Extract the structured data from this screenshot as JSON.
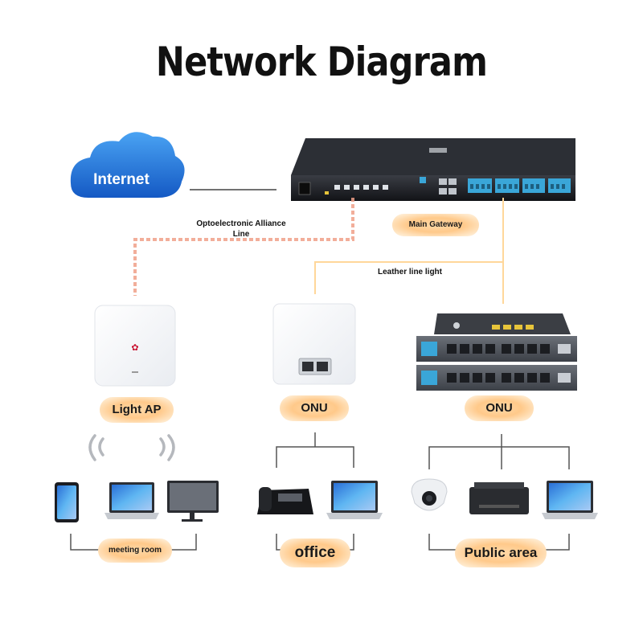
{
  "title": "Network Diagram",
  "cloud_label": "Internet",
  "labels": {
    "optoelectronic_line_1": "Optoelectronic Alliance",
    "optoelectronic_line_2": "Line",
    "main_gateway": "Main Gateway",
    "leather_line": "Leather line light"
  },
  "devices": {
    "light_ap": "Light AP",
    "onu_office": "ONU",
    "onu_public": "ONU"
  },
  "areas": {
    "meeting_room": "meeting room",
    "office": "office",
    "public_area": "Public area"
  },
  "colors": {
    "cloud": "#1f6fd6",
    "pill": "#ffc98a",
    "fiber": "#f0a088",
    "leather": "#ffd79a",
    "port": "#3aa6d8"
  }
}
